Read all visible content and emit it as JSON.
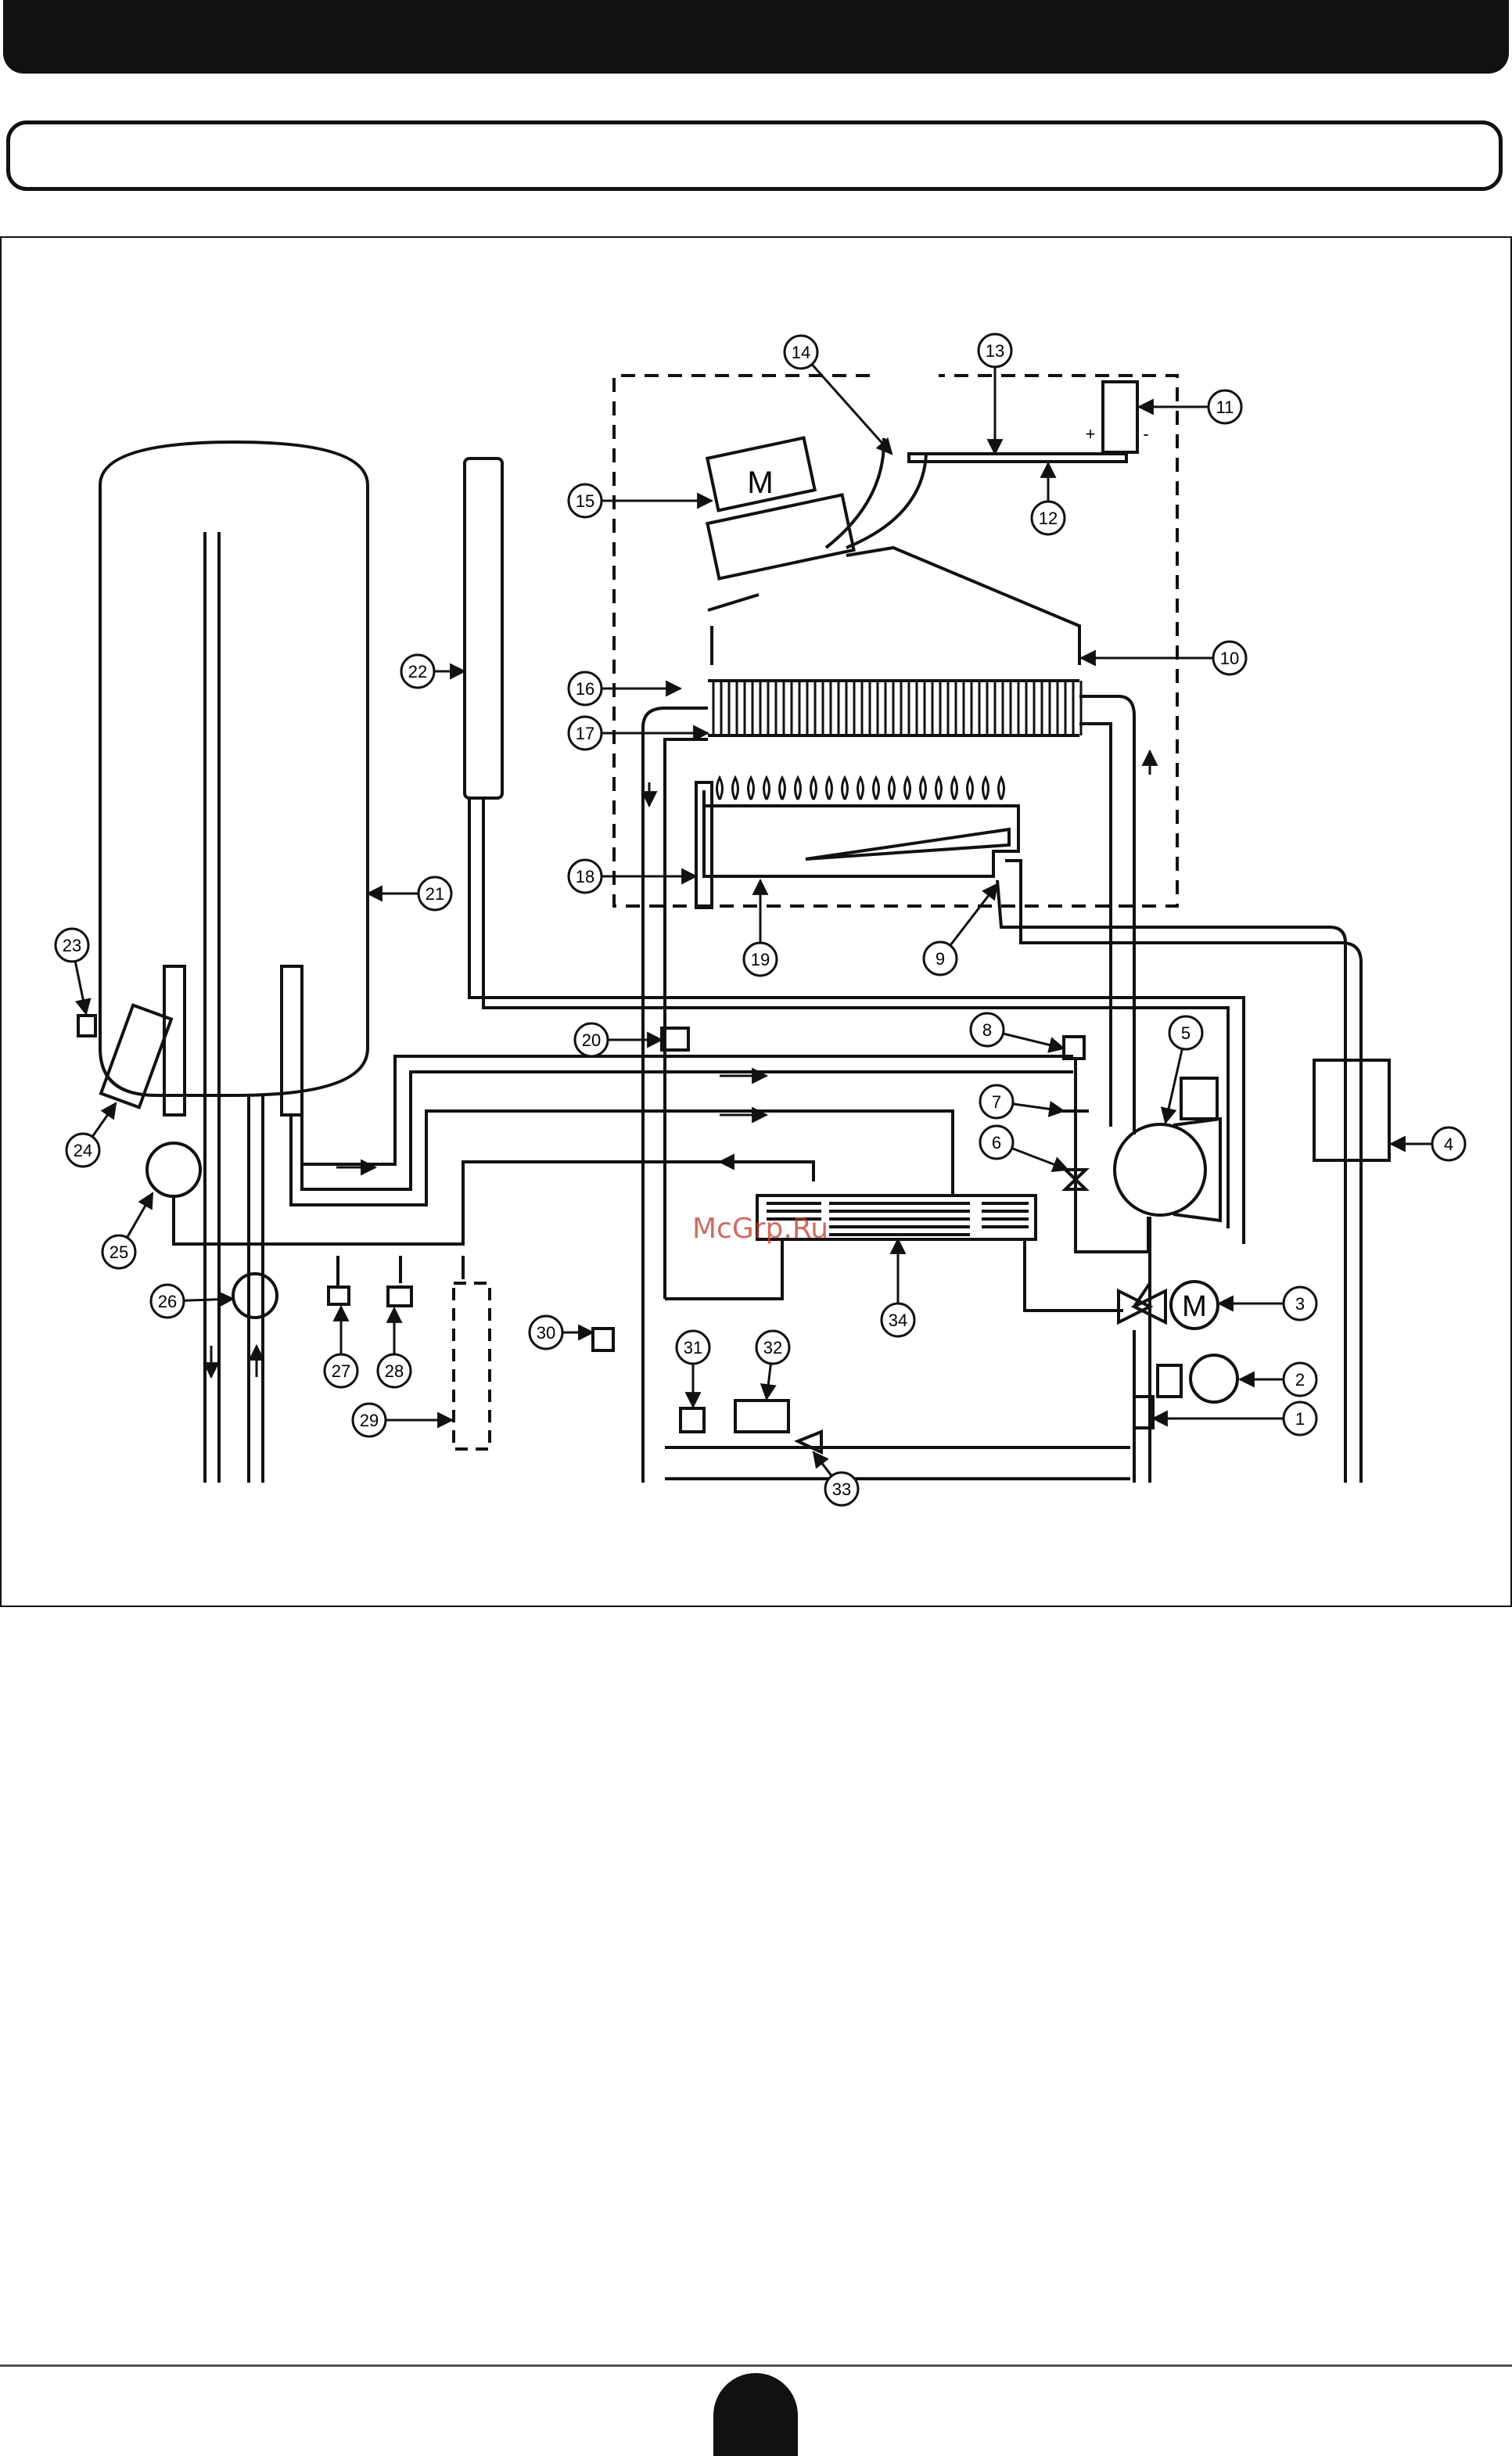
{
  "watermark": "McGrp.Ru",
  "symbols": {
    "motor": "M",
    "plus": "+",
    "minus": "-"
  },
  "callouts": [
    {
      "label": "1"
    },
    {
      "label": "2"
    },
    {
      "label": "3"
    },
    {
      "label": "4"
    },
    {
      "label": "5"
    },
    {
      "label": "6"
    },
    {
      "label": "7"
    },
    {
      "label": "8"
    },
    {
      "label": "9"
    },
    {
      "label": "10"
    },
    {
      "label": "11"
    },
    {
      "label": "12"
    },
    {
      "label": "13"
    },
    {
      "label": "14"
    },
    {
      "label": "15"
    },
    {
      "label": "16"
    },
    {
      "label": "17"
    },
    {
      "label": "18"
    },
    {
      "label": "19"
    },
    {
      "label": "20"
    },
    {
      "label": "21"
    },
    {
      "label": "22"
    },
    {
      "label": "23"
    },
    {
      "label": "24"
    },
    {
      "label": "25"
    },
    {
      "label": "26"
    },
    {
      "label": "27"
    },
    {
      "label": "28"
    },
    {
      "label": "29"
    },
    {
      "label": "30"
    },
    {
      "label": "31"
    },
    {
      "label": "32"
    },
    {
      "label": "33"
    },
    {
      "label": "34"
    }
  ]
}
